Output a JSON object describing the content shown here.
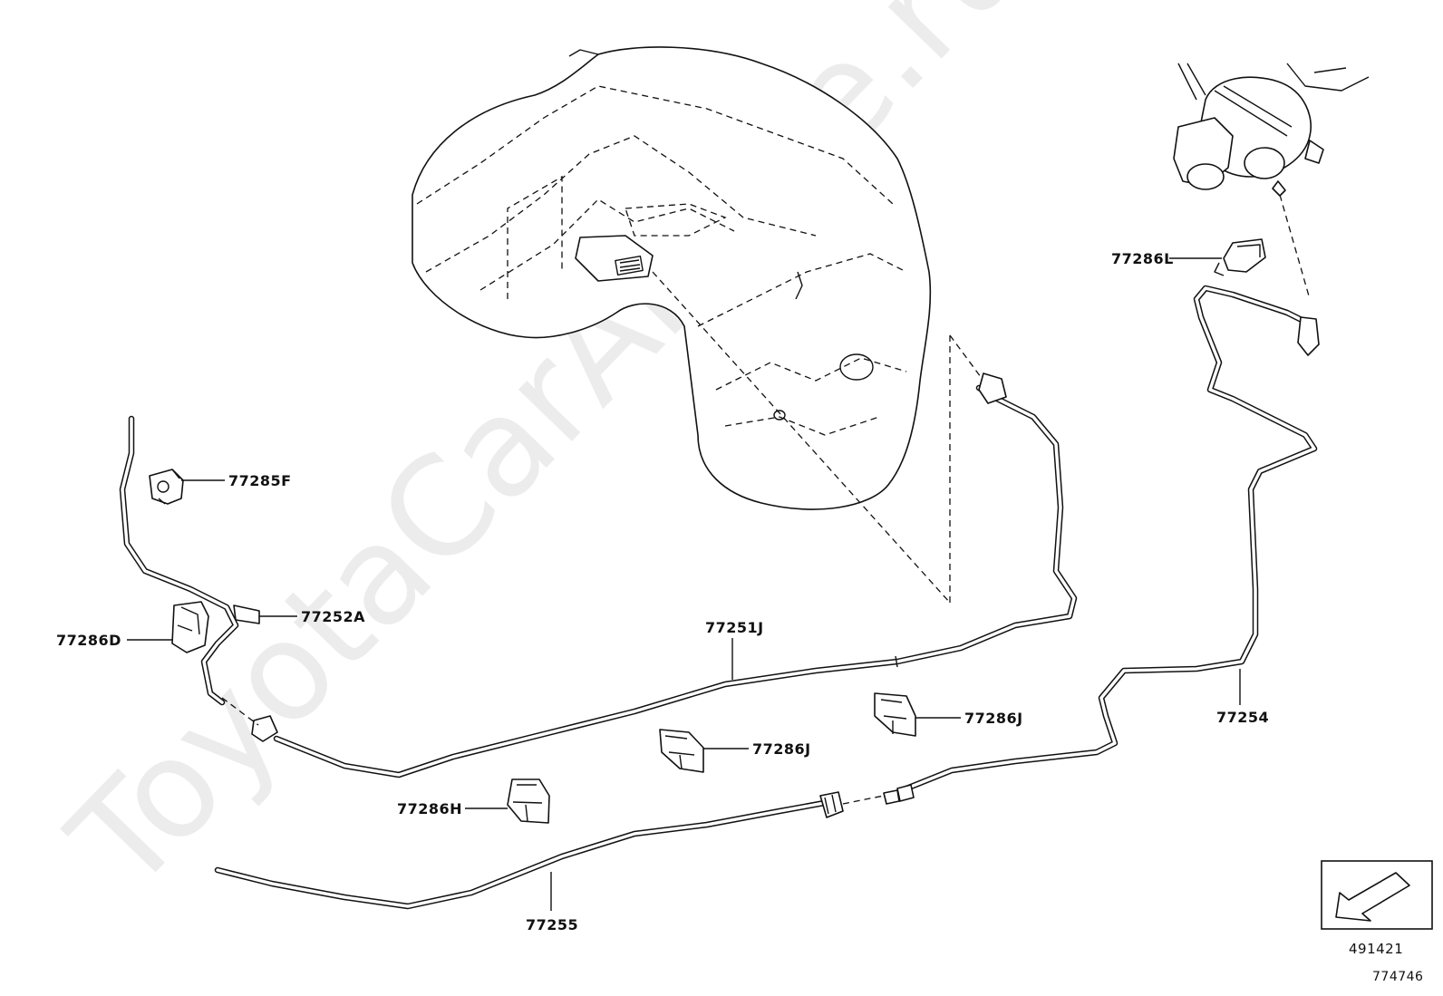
{
  "watermark": "ToyotaCarAnime.ru",
  "parts": {
    "p77285F": "77285F",
    "p77252A": "77252A",
    "p77286D": "77286D",
    "p77251J": "77251J",
    "p77286J_a": "77286J",
    "p77286J_b": "77286J",
    "p77286H": "77286H",
    "p77255": "77255",
    "p77254": "77254",
    "p77286L": "77286L"
  },
  "view_box_code": "491421",
  "diagram_code": "774746",
  "colors": {
    "line": "#111111",
    "background": "#ffffff",
    "watermark": "#ececec"
  },
  "icons": {
    "view_arrow": "front-direction-arrow-icon"
  }
}
